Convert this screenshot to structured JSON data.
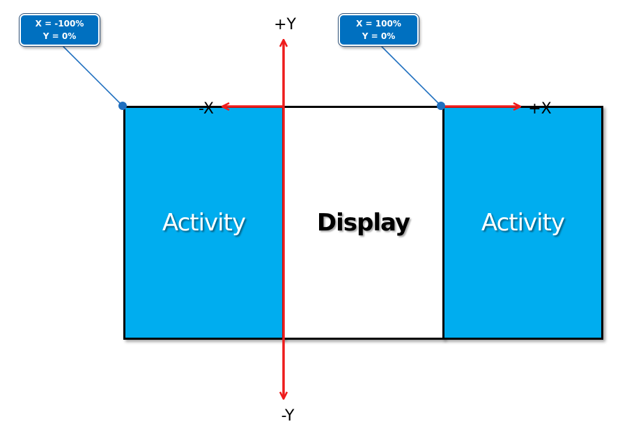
{
  "diagram": {
    "boxes": {
      "left": {
        "label": "Activity",
        "color": "#00adef"
      },
      "middle": {
        "label": "Display",
        "color": "#ffffff"
      },
      "right": {
        "label": "Activity",
        "color": "#00adef"
      }
    },
    "axes": {
      "plus_y": "+Y",
      "minus_y": "-Y",
      "plus_x": "+X",
      "minus_x": "-X",
      "arrow_color": "#ee1c1c"
    },
    "callouts": {
      "left": {
        "x_text": "X = -100%",
        "y_text": "Y = 0%"
      },
      "right": {
        "x_text": "X = 100%",
        "y_text": "Y = 0%"
      },
      "fill_color": "#0070c0",
      "leader_color": "#1f6fbf"
    }
  }
}
